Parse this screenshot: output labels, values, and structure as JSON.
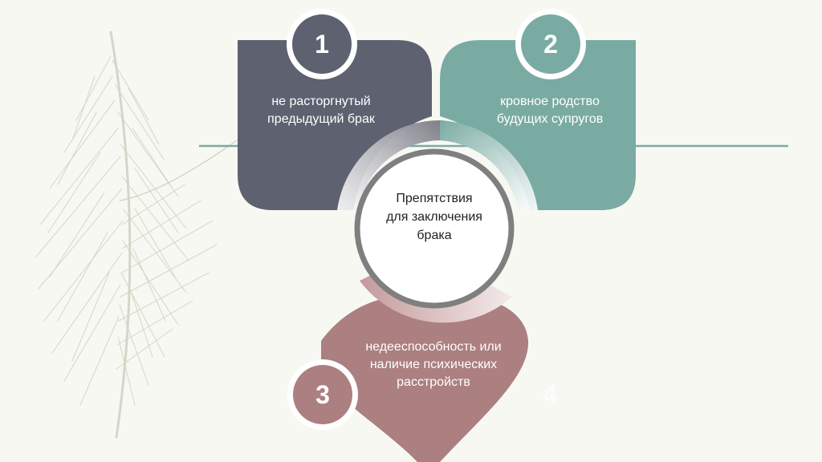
{
  "diagram": {
    "center_label": "Препятствия для заключения брака",
    "items": [
      {
        "number": "1",
        "label": "не расторгнутый предыдущий брак"
      },
      {
        "number": "2",
        "label": "кровное родство будущих супругов"
      },
      {
        "number": "3",
        "label": "недееспособность или наличие психических расстройств"
      }
    ],
    "faded_number": "4"
  },
  "colors": {
    "background": "#f8f8f3",
    "item1": "#5e6170",
    "item2": "#7aaba3",
    "item3": "#ac7f80",
    "center_ring": "#7f7f7f",
    "line": "#7aaba3"
  }
}
